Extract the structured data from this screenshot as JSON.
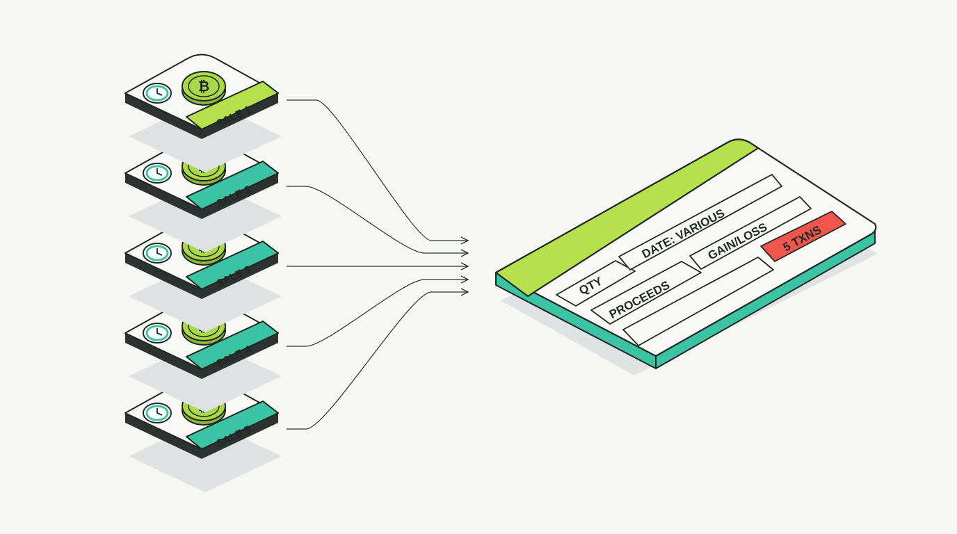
{
  "sales": [
    {
      "label": "SALE 1",
      "band": "#b6e14e"
    },
    {
      "label": "SALE 2",
      "band": "#3cc3a3"
    },
    {
      "label": "SALE 3",
      "band": "#3cc3a3"
    },
    {
      "label": "SALE 4",
      "band": "#3cc3a3"
    },
    {
      "label": "SALE 5",
      "band": "#3cc3a3"
    }
  ],
  "form": {
    "fields": {
      "qty": "QTY",
      "date": "DATE: VARIOUS",
      "proceeds": "PROCEEDS",
      "gain_loss": "GAIN/LOSS",
      "blank": ""
    },
    "badge": "5 TXNS"
  },
  "colors": {
    "lime": "#b6e14e",
    "teal": "#3cc3a3",
    "red": "#f0564d",
    "coin": "#a9d84a",
    "ink": "#1e2a26",
    "background": "#f6f7f3"
  },
  "icons": [
    "clock-icon",
    "bitcoin-coin-icon",
    "arrow-icon"
  ]
}
